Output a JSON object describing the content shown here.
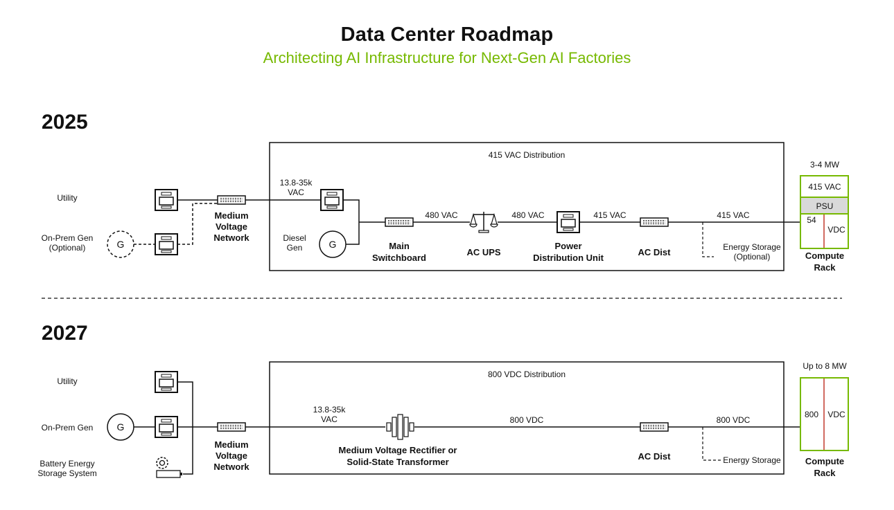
{
  "title": "Data Center Roadmap",
  "subtitle": "Architecting AI Infrastructure for Next-Gen AI Factories",
  "y2025": {
    "year": "2025",
    "box_label": "415 VAC Distribution",
    "utility": "Utility",
    "onprem_line1": "On-Prem Gen",
    "onprem_line2": "(Optional)",
    "gen_symbol": "G",
    "mvn_line1": "Medium",
    "mvn_line2": "Voltage",
    "mvn_line3": "Network",
    "input_v_line1": "13.8-35k",
    "input_v_line2": "VAC",
    "diesel_line1": "Diesel",
    "diesel_line2": "Gen",
    "msb_line1": "Main",
    "msb_line2": "Switchboard",
    "v1": "480 VAC",
    "ups": "AC UPS",
    "v2": "480 VAC",
    "pdu_line1": "Power",
    "pdu_line2": "Distribution Unit",
    "v3": "415 VAC",
    "acdist": "AC Dist",
    "v4": "415 VAC",
    "storage_line1": "Energy Storage",
    "storage_line2": "(Optional)",
    "rack_power": "3-4 MW",
    "rack_top": "415 VAC",
    "rack_psu": "PSU",
    "rack_left": "54",
    "rack_right": "VDC",
    "rack_line1": "Compute",
    "rack_line2": "Rack"
  },
  "y2027": {
    "year": "2027",
    "box_label": "800 VDC Distribution",
    "utility": "Utility",
    "onprem": "On-Prem Gen",
    "gen_symbol": "G",
    "bess_line1": "Battery Energy",
    "bess_line2": "Storage System",
    "mvn_line1": "Medium",
    "mvn_line2": "Voltage",
    "mvn_line3": "Network",
    "input_v_line1": "13.8-35k",
    "input_v_line2": "VAC",
    "rect_line1": "Medium Voltage Rectifier or",
    "rect_line2": "Solid-State Transformer",
    "v1": "800 VDC",
    "acdist": "AC Dist",
    "v2": "800 VDC",
    "storage": "Energy Storage",
    "rack_power": "Up to 8 MW",
    "rack_left": "800",
    "rack_right": "VDC",
    "rack_line1": "Compute",
    "rack_line2": "Rack"
  },
  "colors": {
    "accent": "#76b900",
    "psu": "#d9d9d9",
    "rack_divider": "#c0392b",
    "line": "#111111"
  }
}
